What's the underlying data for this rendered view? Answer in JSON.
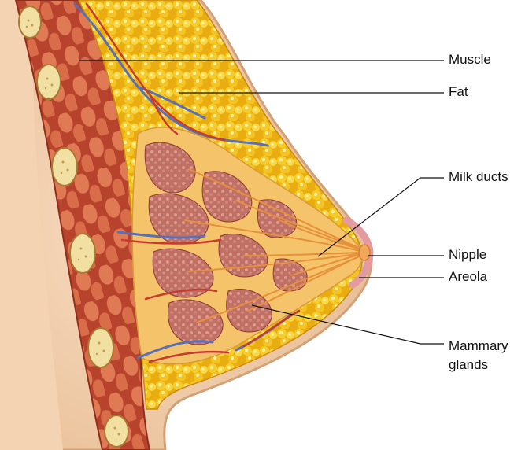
{
  "labels": {
    "muscle": "Muscle",
    "fat": "Fat",
    "milk_ducts": "Milk ducts",
    "nipple": "Nipple",
    "areola": "Areola",
    "mammary_glands_line1": "Mammary",
    "mammary_glands_line2": "glands"
  },
  "colors": {
    "skin": "#efc9a4",
    "skin_edge": "#d6a67a",
    "muscle": "#c9553a",
    "muscle_light": "#e58a63",
    "fat": "#f2c21e",
    "fat_light": "#fbe37a",
    "gland": "#b25c55",
    "gland_light": "#d79489",
    "vein": "#5b6fb5",
    "artery": "#c73a2e",
    "rib": "#f3e2a6"
  }
}
